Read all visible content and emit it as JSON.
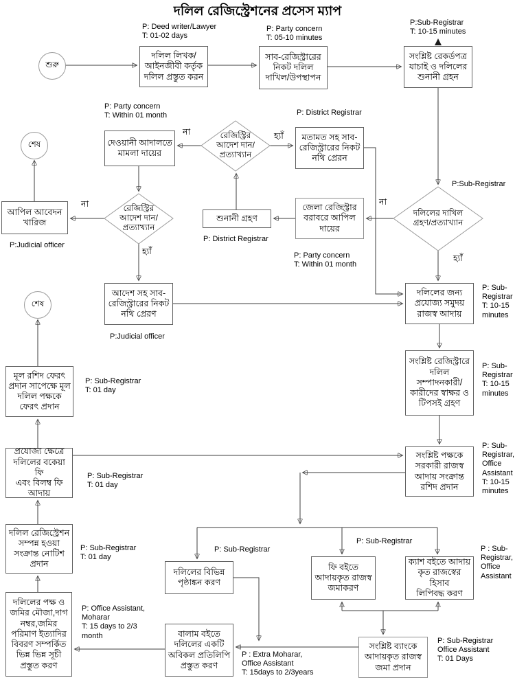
{
  "title": "দলিল রেজিস্ট্রেশনের প্রসেস ম্যাপ",
  "colors": {
    "background": "#ffffff",
    "line": "#3c3c3c",
    "shape_border": "#5f5f5f",
    "text": "#000000"
  },
  "labels": {
    "yes": "হ্যাঁ",
    "no": "না"
  },
  "terminators": {
    "start": {
      "label": "শুরু"
    },
    "end1": {
      "label": "শেষ"
    },
    "end2": {
      "label": "শেষ"
    }
  },
  "nodes": {
    "prepare_deed": {
      "label": "দলিল লিখক/\nআইনজীবী কর্তৃক\nদলিল প্রস্তুত করন",
      "annotation": "P: Deed writer/Lawyer\nT: 01-02 days"
    },
    "submit_deed": {
      "label": "সাব-রেজিস্ট্রারের\nনিকট দলিল\nদাখিল/উপস্থাপন",
      "annotation": "P: Party concern\nT: 05-10 minutes"
    },
    "verify_records": {
      "label": "সংশ্লিষ্ট রেকর্ডপত্র\nযাচাই ও দলিলের\nশুনানী গ্রহন",
      "annotation": "P:Sub-Registrar\nT: 10-15 minutes"
    },
    "accept_submission": {
      "label": "দলিলের দাখিল\nগ্রহণ/প্রত্যাখ্যান",
      "annotation": "P:Sub-Registrar"
    },
    "appeal_district": {
      "label": "জেলা রেজিস্ট্রার\nবরাবরে আপিল\nদায়ের",
      "annotation": "P: Party concern\nT: Within 01 month"
    },
    "hearing": {
      "label": "শুনানী গ্রহণ",
      "annotation": "P: District Registrar"
    },
    "registrar_order_1": {
      "label": "রেজিস্ট্রির\nআদেশ দান/\nপ্রত্যাখ্যান"
    },
    "civil_court": {
      "label": "দেওয়ানী আদালতে\nমামলা দায়ের",
      "annotation": "P: Party concern\nT: Within 01 month"
    },
    "opinion_file": {
      "label": "মতামত সহ সাব-\nরেজিস্ট্রারের নিকট\nনথি প্রেরন",
      "annotation": "P: District Registrar"
    },
    "registrar_order_2": {
      "label": "রেজিস্ট্রির\nআদেশ দান/\nপ্রত্যাখ্যান"
    },
    "appeal_dismissed": {
      "label": "আপিল আবেদন\nখারিজ",
      "annotation": "P:Judicial officer"
    },
    "order_file": {
      "label": "আদেশ সহ সাব-\nরেজিস্ট্রারের নিকট\nনথি প্রেরণ",
      "annotation": "P:Judicial officer"
    },
    "collect_revenue": {
      "label": "দলিলের জন্য\nপ্রযোজ্য সমুদয়\nরাজস্ব আদায়",
      "annotation": "P: Sub-\nRegistrar\nT: 10-15\nminutes"
    },
    "signatures": {
      "label": "সংশ্লিষ্ট রেজিস্ট্রারে\nদলিল\nসম্পাদনকারী/\nকারীদের স্বাক্ষর ও\nটিপসই গ্রহণ",
      "annotation": "P: Sub-\nRegistrar\nT: 10-15\nminutes"
    },
    "receipt": {
      "label": "সংশ্লিষ্ট পক্ষকে\nসরকারী রাজস্ব\nআদায় সংক্রান্ত\nরশিদ প্রদান",
      "annotation": "P: Sub-\nRegistrar,\nOffice\nAssistant\nT: 10-15\nminutes"
    },
    "return_deed": {
      "label": "মূল রশিদ ফেরৎ\nপ্রদান সাপেক্ষে মূল\nদলিল পক্ষকে\nফেরৎ প্রদান",
      "annotation": "P: Sub-Registrar\nT: 01 day"
    },
    "late_fees": {
      "label": "প্রযোজ্য ক্ষেত্রে\nদলিলের বকেয়া ফি\nএবং বিলম্ব ফি\nআদায়",
      "annotation": "P: Sub-Registrar\nT: 01 day"
    },
    "notice": {
      "label": "দলিল রেজিস্ট্রেশন\nসম্পন্ন হওয়া\nসংক্রান্ত নোটিশ\nপ্রদান",
      "annotation": "P: Sub-Registrar\nT: 01 day"
    },
    "indexes": {
      "label": "দলিলের পক্ষ ও\nজমির মৌজা,দাগ\nনম্বর,জমির\nপরিমাণ ইত্যাদির\nবিবরণ সম্পর্কিত\nভিন্ন ভিন্ন সূচী\nপ্রস্তুত করণ",
      "annotation": "P: Office Assistant,\nMoharar\nT: 15 days to 2/3\nmonth"
    },
    "endorsement": {
      "label": "দলিলের বিভিন্ন\nপৃষ্ঠাঙ্কন করণ",
      "annotation": "P: Sub-Registrar"
    },
    "fee_book": {
      "label": "ফি বইতে\nআদায়কৃত রাজস্ব\nজমাকরণ",
      "annotation": "P: Sub-Registrar"
    },
    "cash_book": {
      "label": "ক্যাশ বইতে আদায়\nকৃত রাজস্বের হিসাব\nলিপিবদ্ধ করণ",
      "annotation": "P : Sub-\nRegistrar,\nOffice\nAssistant"
    },
    "balam_copy": {
      "label": "বালাম বইতে\nদলিলের একটি\nঅবিকল প্রতিলিপি\nপ্রস্তুত করণ",
      "annotation": "P : Extra Moharar,\nOffice Assistant\nT: 15days to 2/3years"
    },
    "bank_deposit": {
      "label": "সংশ্লিষ্ট ব্যাংকে\nআদায়কৃত রাজস্ব\nজমা প্রদান",
      "annotation": "P: Sub-Registrar\nOffice Assistant\nT: 01 Days"
    }
  }
}
